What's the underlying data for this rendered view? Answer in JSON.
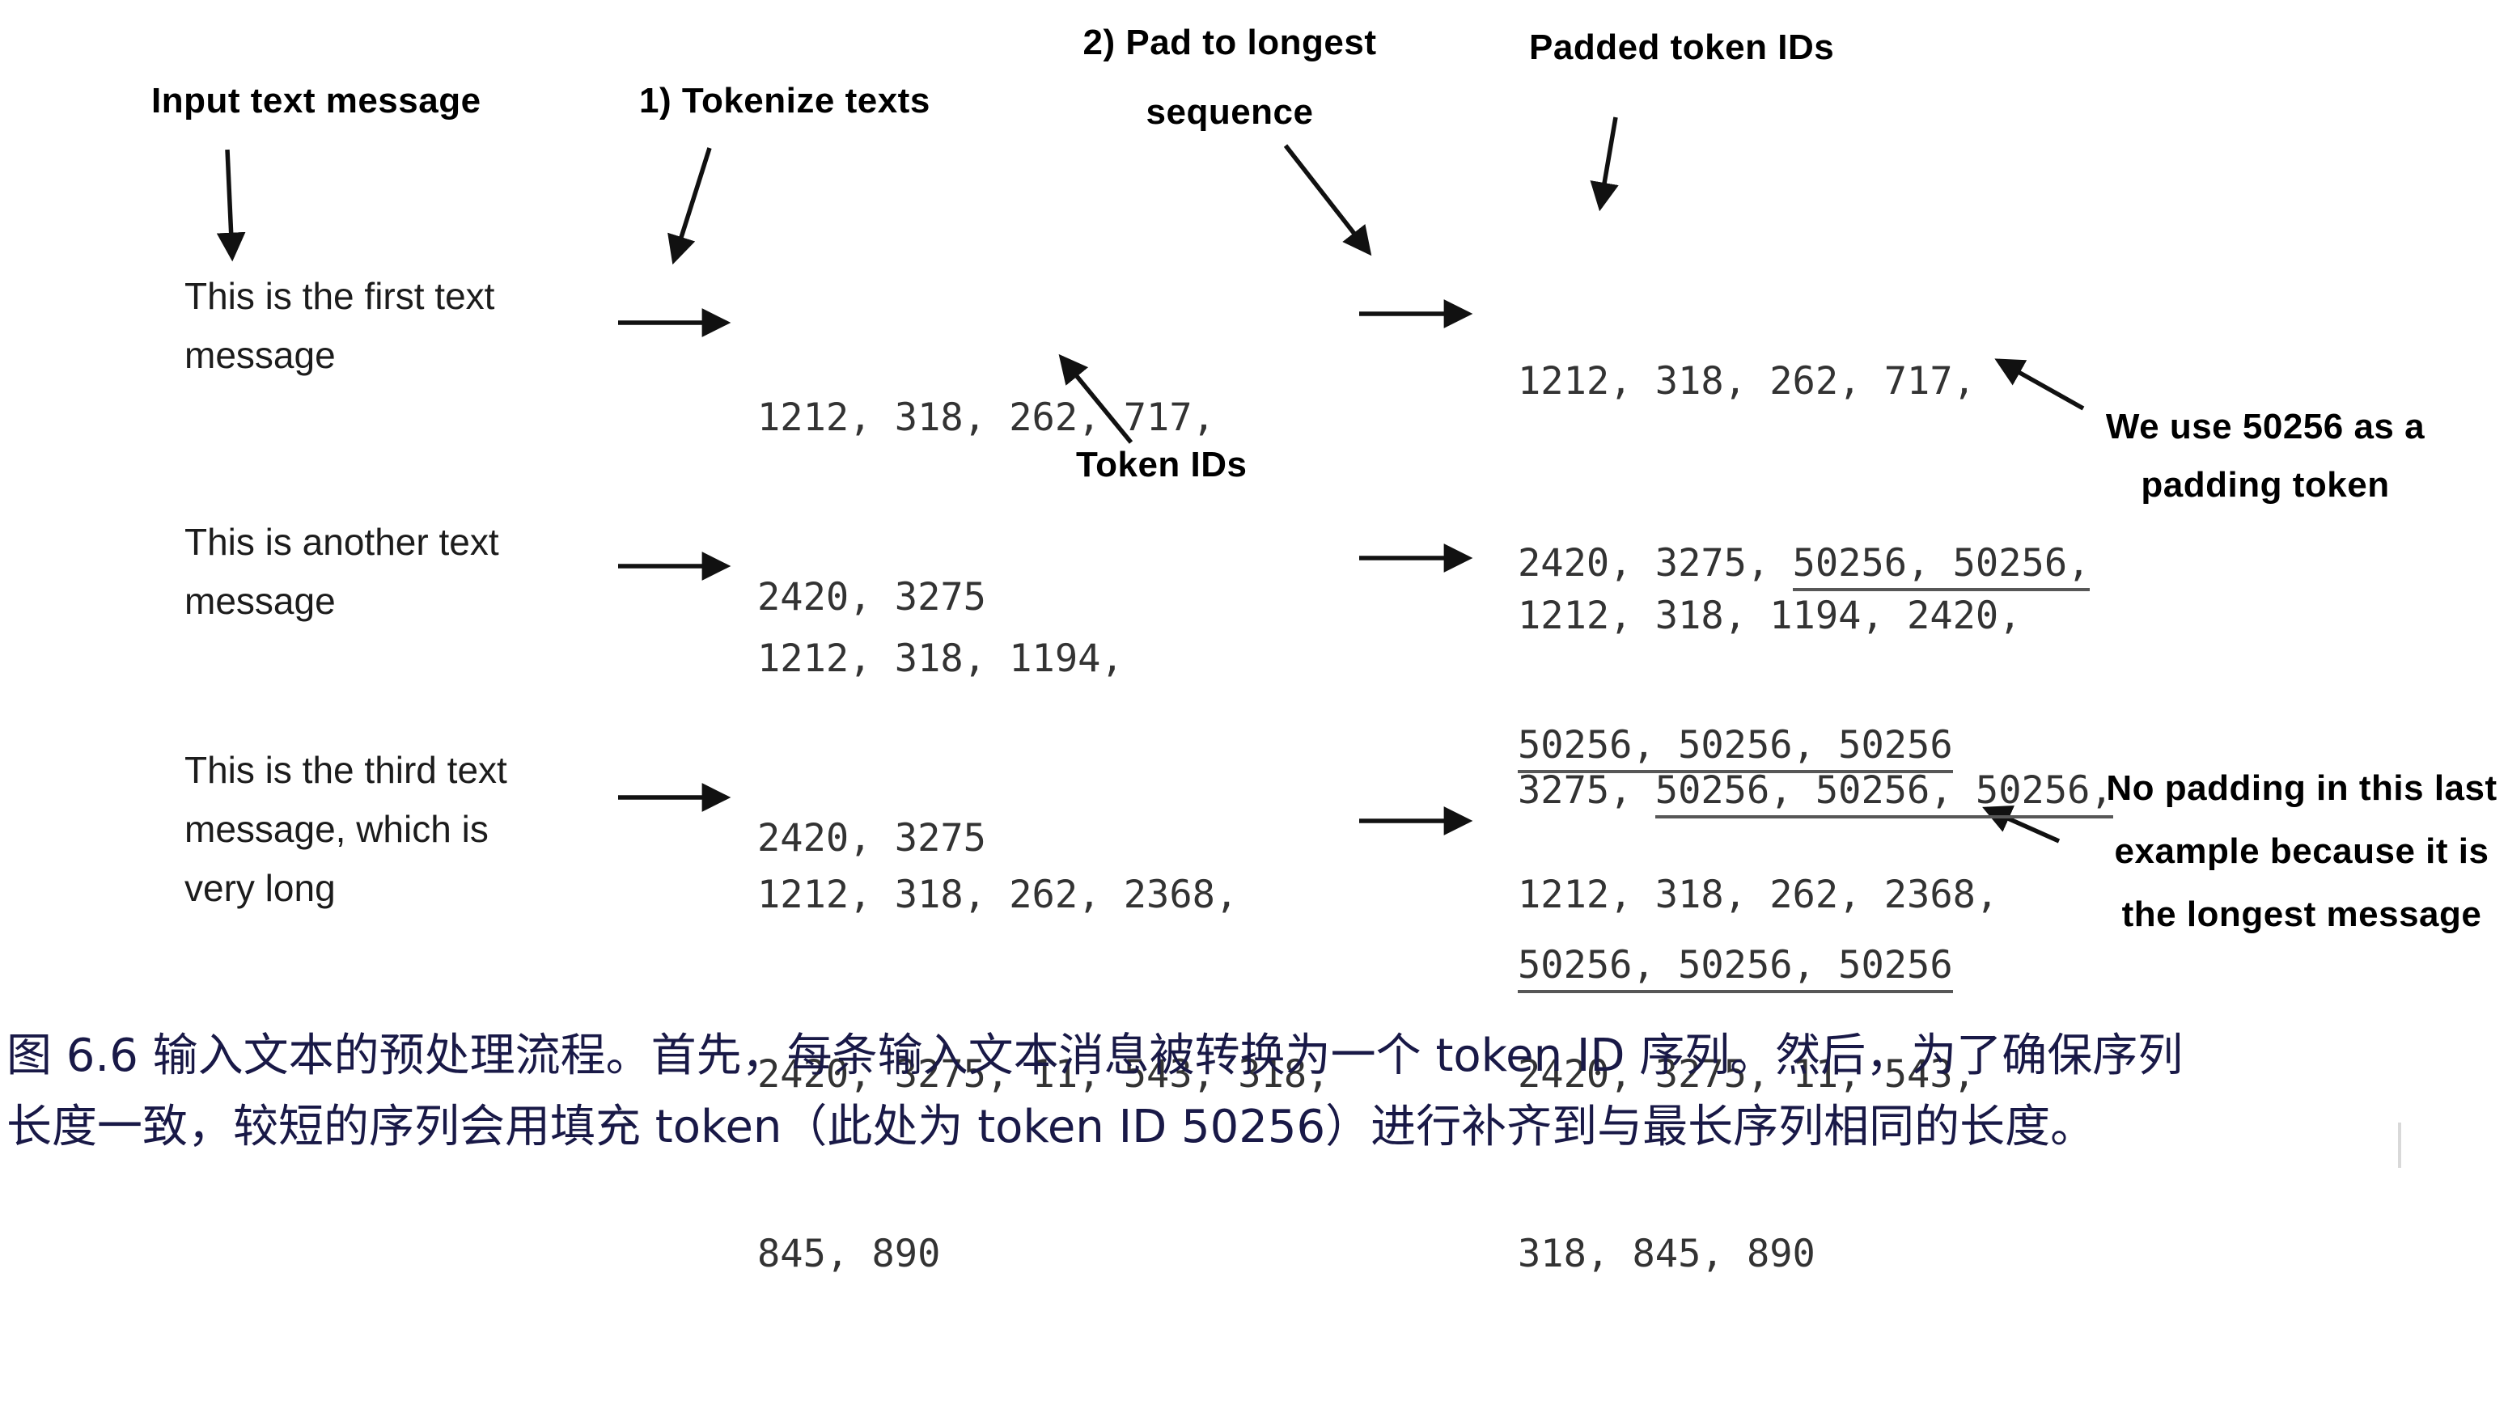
{
  "labels": {
    "input": "Input text message",
    "tokenize": "1) Tokenize texts",
    "pad_1": "2) Pad to longest",
    "pad_2": "sequence",
    "padded": "Padded token IDs",
    "token_ids": "Token IDs"
  },
  "notes": {
    "padding_1": "We use 50256 as a",
    "padding_2": "padding token",
    "no_padding_1": "No padding in this last",
    "no_padding_2": "example because it is",
    "no_padding_3": "the longest message"
  },
  "rows": [
    {
      "input": [
        "This is the first text",
        "message"
      ],
      "token_ids": [
        "1212, 318, 262, 717,",
        "2420, 3275"
      ],
      "padded": [
        {
          "plain": "1212, 318, 262, 717,",
          "pad": ""
        },
        {
          "plain": "2420, 3275, ",
          "pad": "50256, 50256,"
        },
        {
          "plain": "",
          "pad": "50256, 50256, 50256"
        }
      ]
    },
    {
      "input": [
        "This is another text",
        "message"
      ],
      "token_ids": [
        "1212, 318, 1194,",
        "2420, 3275"
      ],
      "padded": [
        {
          "plain": "1212, 318, 1194, 2420,",
          "pad": ""
        },
        {
          "plain": "3275, ",
          "pad": "50256, 50256, 50256,"
        },
        {
          "plain": "",
          "pad": "50256, 50256, 50256"
        }
      ]
    },
    {
      "input": [
        "This is the third text",
        "message, which is",
        "very long"
      ],
      "token_ids": [
        "1212, 318, 262, 2368,",
        "2420, 3275, 11, 543, 318,",
        "845, 890"
      ],
      "padded": [
        {
          "plain": "1212, 318, 262, 2368,",
          "pad": ""
        },
        {
          "plain": "2420, 3275, 11, 543,",
          "pad": ""
        },
        {
          "plain": "318, 845, 890",
          "pad": ""
        }
      ]
    }
  ],
  "caption": {
    "line1": "图 6.6 输入文本的预处理流程。首先，每条输入文本消息被转换为一个 token ID 序列。然后，为了确保序列",
    "line2": "长度一致，较短的序列会用填充 token（此处为 token ID 50256）进行补齐到与最长序列相同的长度。"
  },
  "colors": {
    "background": "#ffffff",
    "label_text": "#000000",
    "diagram_text": "#1c1c1c",
    "token_text": "#333333",
    "underline": "#575757",
    "caption_text": "#191947",
    "arrow": "#111111"
  }
}
